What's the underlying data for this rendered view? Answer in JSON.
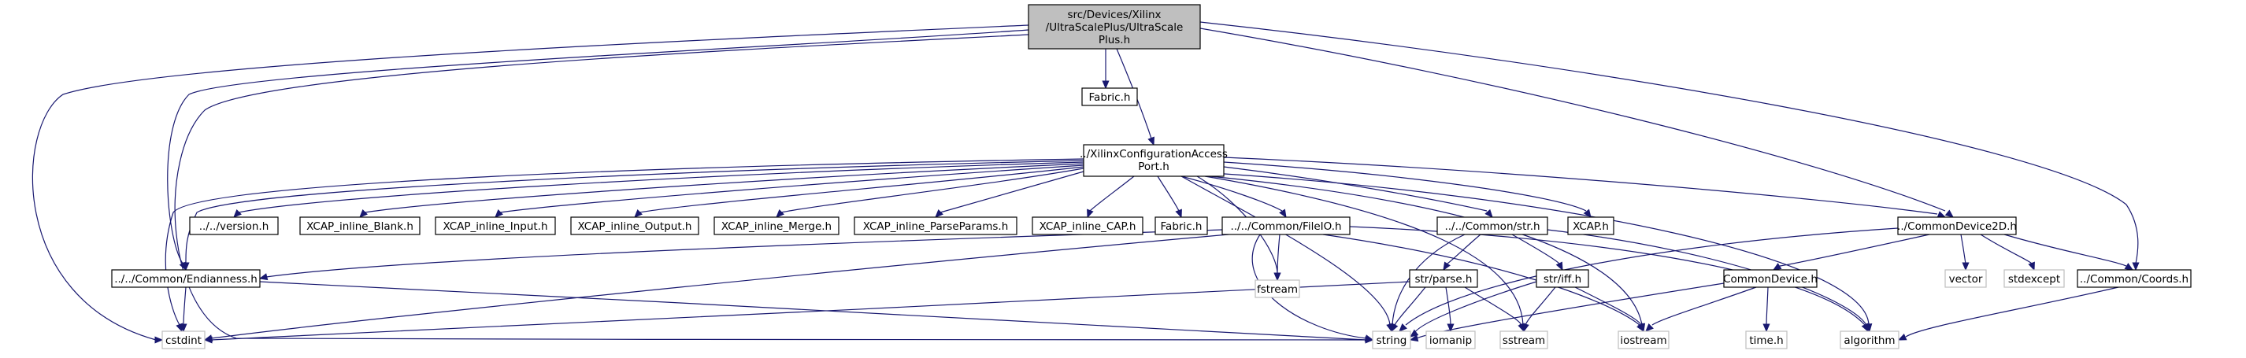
{
  "root": {
    "lines": [
      "src/Devices/Xilinx",
      "/UltraScalePlus/UltraScale",
      "Plus.h"
    ]
  },
  "nodes": {
    "fabric": "Fabric.h",
    "xcap": [
      "../XilinxConfigurationAccess",
      "Port.h"
    ],
    "version": "../../version.h",
    "inline_blank": "XCAP_inline_Blank.h",
    "inline_input": "XCAP_inline_Input.h",
    "inline_output": "XCAP_inline_Output.h",
    "inline_merge": "XCAP_inline_Merge.h",
    "inline_parse": "XCAP_inline_ParseParams.h",
    "inline_cap": "XCAP_inline_CAP.h",
    "fabric2": "Fabric.h",
    "fileio": "../../Common/FileIO.h",
    "strh": "../../Common/str.h",
    "xcaph": "XCAP.h",
    "dev2d": "../CommonDevice2D.h",
    "endian": "../../Common/Endianness.h",
    "fstream": "fstream",
    "strparse": "str/parse.h",
    "striff": "str/iff.h",
    "commondevice": "CommonDevice.h",
    "vector": "vector",
    "stdexcept": "stdexcept",
    "coords": "../Common/Coords.h",
    "cstdint": "cstdint",
    "string": "string",
    "iomanip": "iomanip",
    "sstream": "sstream",
    "iostream": "iostream",
    "timeh": "time.h",
    "algorithm": "algorithm"
  },
  "colors": {
    "edge": "#191970",
    "root_fill": "#bfbfbf",
    "system_border": "#bfbfbf"
  }
}
